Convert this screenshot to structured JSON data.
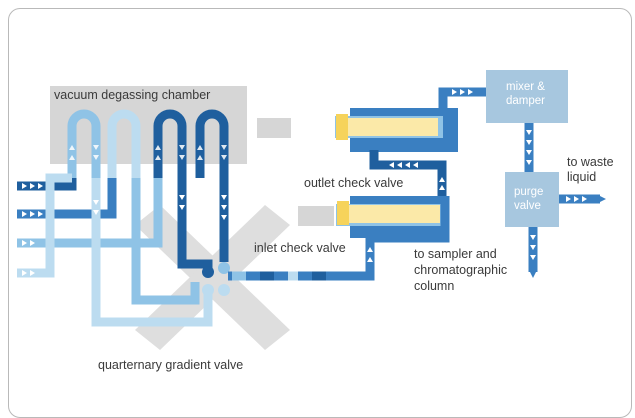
{
  "labels": {
    "vacuum": "vacuum degassing chamber",
    "outlet_check": "outlet check valve",
    "inlet_check": "inlet check valve",
    "quaternary": "quarternary gradient valve",
    "to_waste_1": "to waste",
    "to_waste_2": "liquid",
    "sampler_1": "to sampler and",
    "sampler_2": "chromatographic",
    "sampler_3": "column",
    "mixer_1": "mixer &",
    "mixer_2": "damper",
    "purge_1": "purge",
    "purge_2": "valve"
  },
  "colors": {
    "dark_blue": "#1f5f9e",
    "mid_blue": "#3a7fc1",
    "light_blue": "#8fc3e6",
    "pale_blue": "#bcdcf0",
    "box_blue": "#a7c7df",
    "chamber_gray": "#d6d6d6",
    "valve_gray": "#dedede",
    "piston_yellow": "#f6d35b",
    "piston_light": "#fbe9a8"
  }
}
